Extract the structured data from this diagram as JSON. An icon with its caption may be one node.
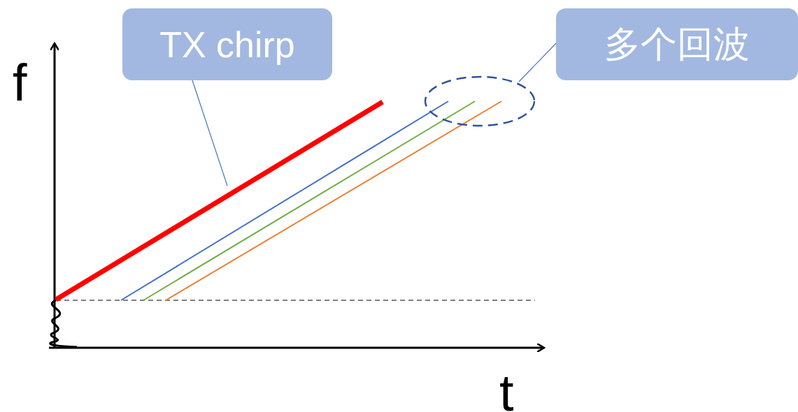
{
  "diagram": {
    "nodes": [
      {
        "text": [
          "TX chirp"
        ]
      },
      {
        "text": [
          "多个回波"
        ]
      },
      {
        "text": [],
        "shape": "line"
      },
      {
        "text": [],
        "shape": "ellipse"
      }
    ],
    "edges": [
      {
        "from": 0,
        "to": 2,
        "arrow": "none"
      },
      {
        "from": 1,
        "to": 3,
        "arrow": "none"
      }
    ],
    "labels": [
      "f",
      "t"
    ]
  }
}
